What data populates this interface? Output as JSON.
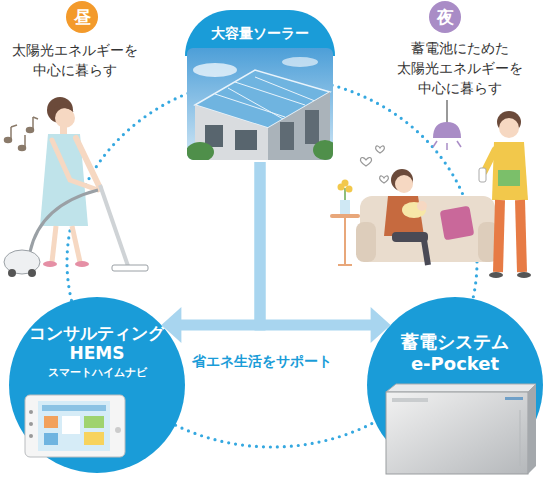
{
  "diagram": {
    "nodes": [
      {
        "text": [
          "昼",
          "太陽光エネルギーを 中心に暮らす"
        ]
      },
      {
        "text": [
          "大容量ソーラー"
        ]
      },
      {
        "text": [
          "夜",
          "蓄電池にためた 太陽光エネルギーを 中心に暮らす"
        ]
      },
      {
        "text": [
          "コンサルティング HEMS",
          "スマートハイムナビ"
        ]
      },
      {
        "text": [
          "蓄電システム e-Pocket"
        ]
      }
    ],
    "edges": [
      {
        "from": 1,
        "to": 3,
        "arrow": "to"
      },
      {
        "from": 1,
        "to": 4,
        "arrow": "to"
      }
    ],
    "labels": [
      "省エネ生活をサポート"
    ]
  }
}
